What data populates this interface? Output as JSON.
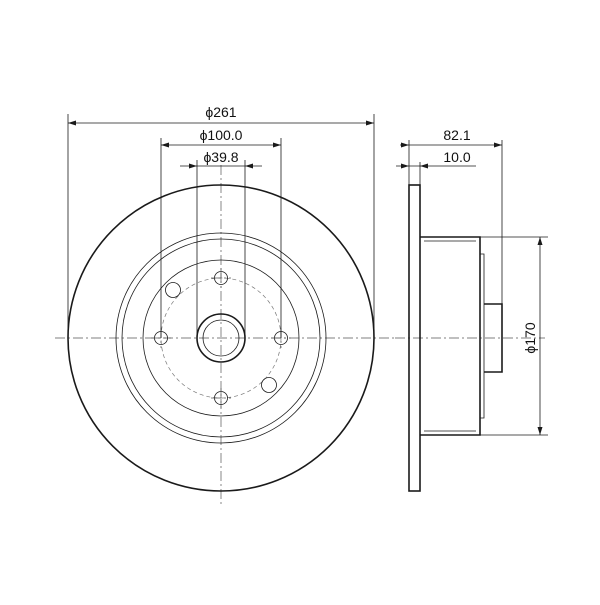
{
  "dimensions": {
    "outer_diameter": "ϕ261",
    "pcd_diameter": "ϕ100.0",
    "bore_diameter": "ϕ39.8",
    "overall_height": "82.1",
    "disc_thickness": "10.0",
    "hat_diameter": "ϕ170"
  },
  "colors": {
    "line": "#1a1a1a",
    "centerline": "#555555",
    "background": "#ffffff"
  }
}
